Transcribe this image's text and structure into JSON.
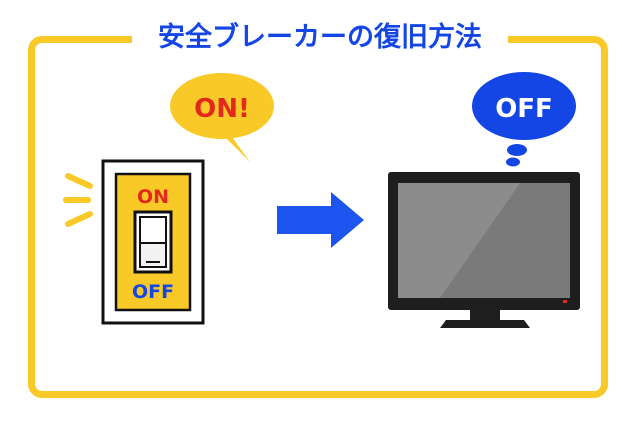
{
  "title": "安全ブレーカーの復旧方法",
  "switch_bubble": {
    "text": "ON!"
  },
  "tv_bubble": {
    "text": "OFF"
  },
  "switch": {
    "on_label": "ON",
    "off_label": "OFF"
  },
  "colors": {
    "frame": "#f9c928",
    "title": "#1446e6",
    "bubble_yellow": "#f9c928",
    "bubble_blue": "#1446e6",
    "on_red": "#e5281e",
    "off_blue": "#1446e6",
    "arrow": "#1d55f0"
  },
  "icons": {
    "flow_arrow": "arrow-right-icon",
    "monitor": "tv-icon"
  }
}
